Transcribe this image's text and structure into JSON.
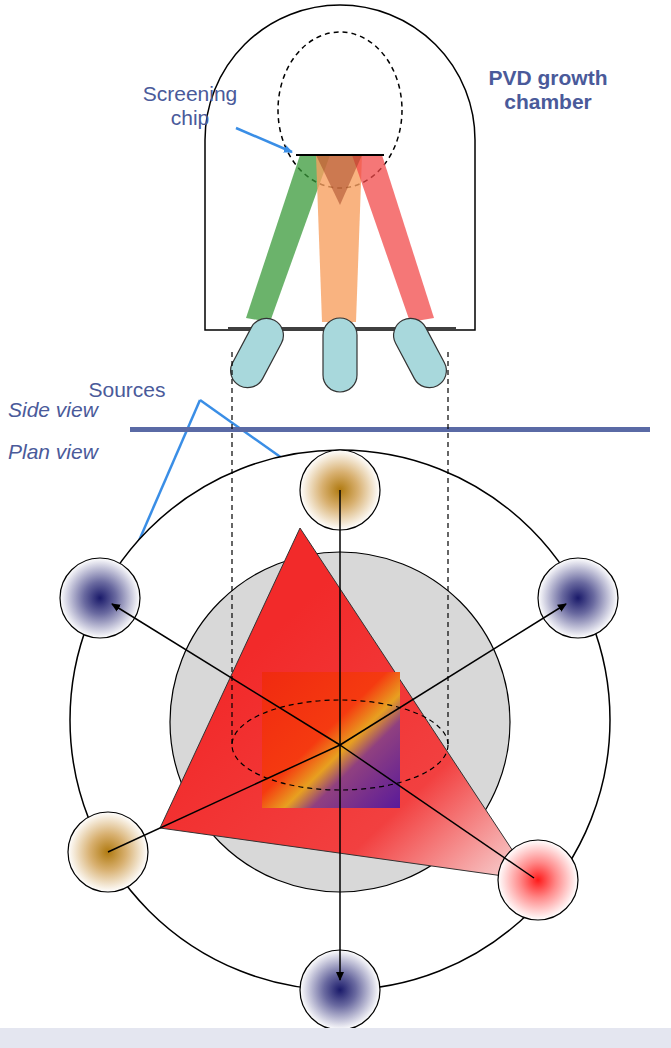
{
  "diagram": {
    "labels": [
      "Screening chip",
      "PVD growth chamber",
      "Sources",
      "Side view",
      "Plan view"
    ]
  }
}
